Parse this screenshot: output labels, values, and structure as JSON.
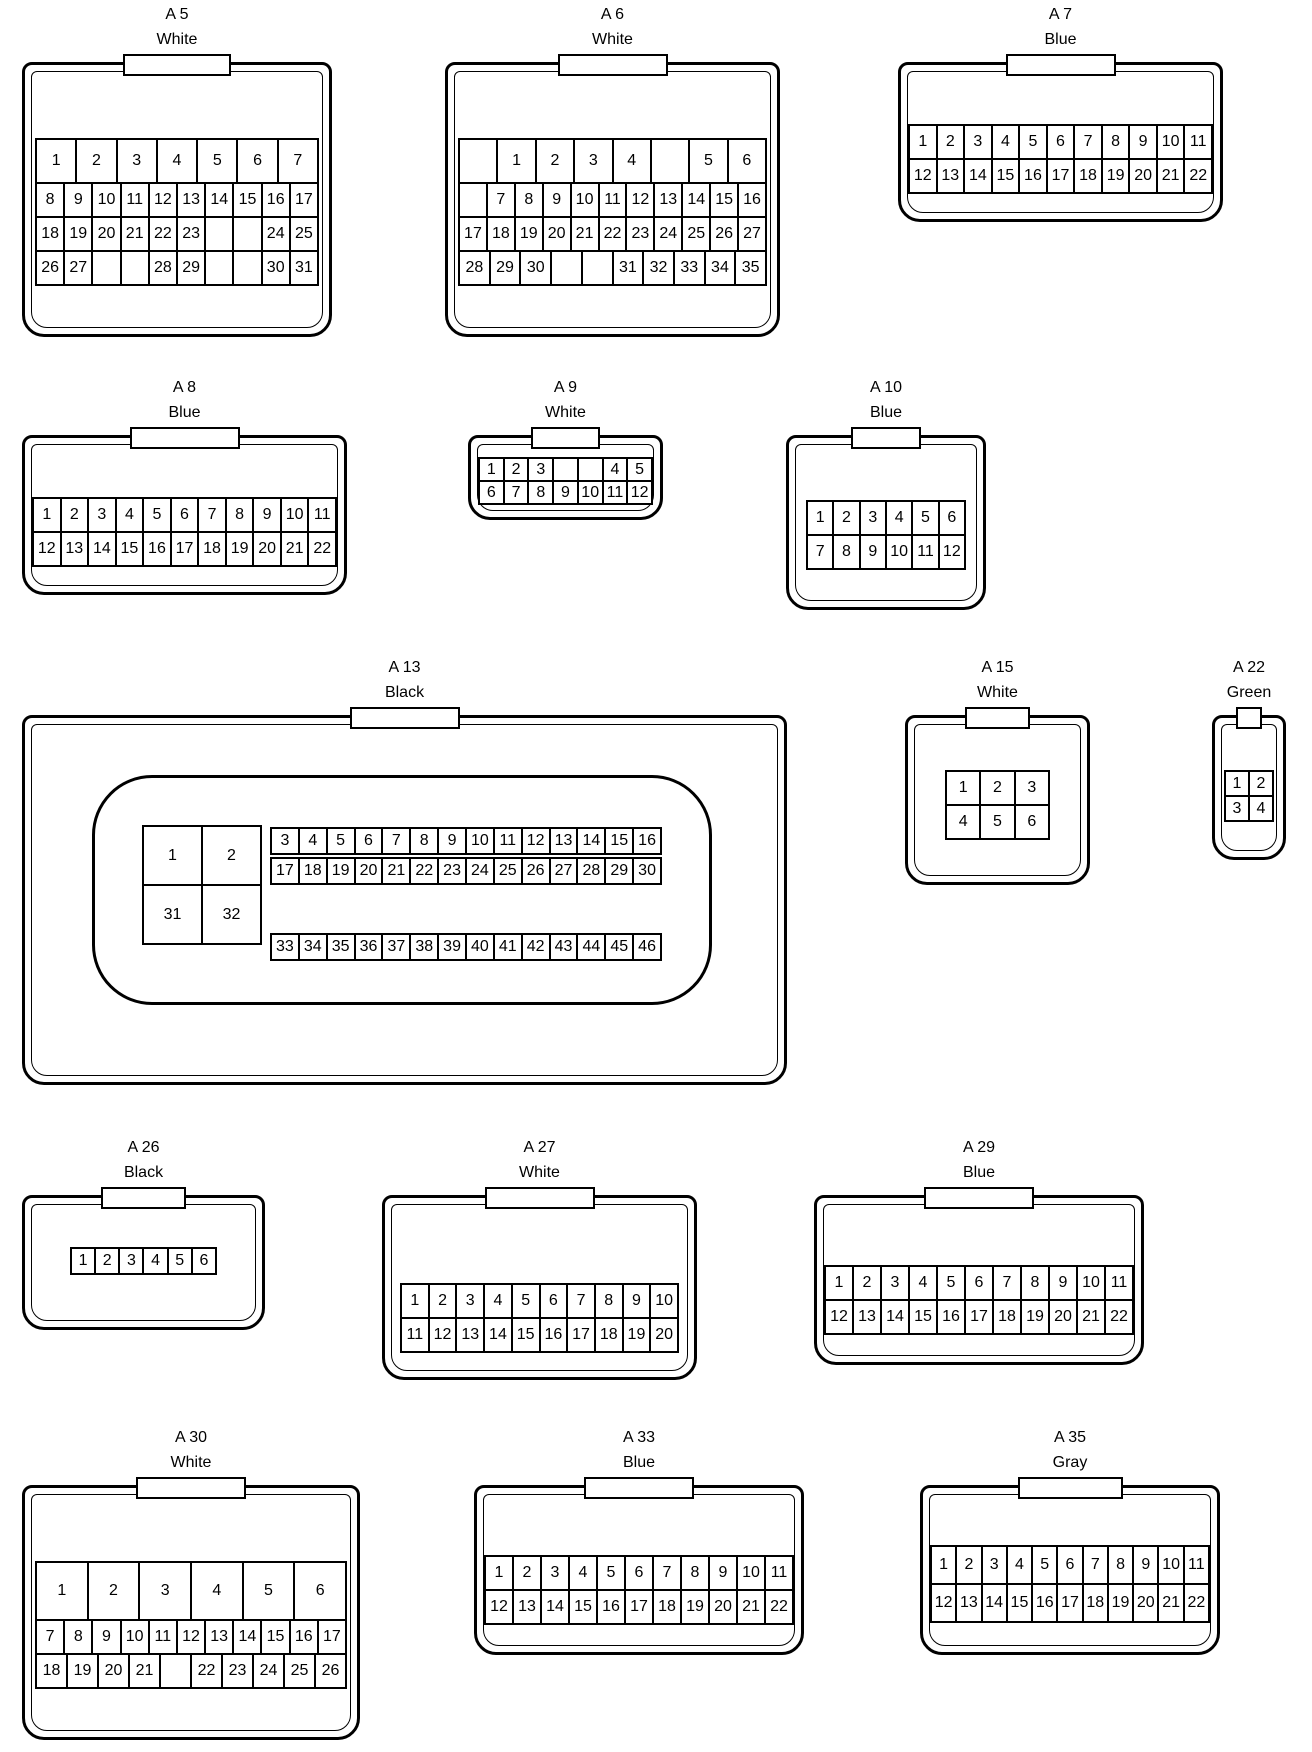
{
  "connectors": [
    {
      "id": "A 5",
      "color": "White",
      "rows": [
        [
          "1",
          "2",
          "3",
          "4",
          "5",
          "6",
          "7"
        ],
        [
          "8",
          "9",
          "10",
          "11",
          "12",
          "13",
          "14",
          "15",
          "16",
          "17"
        ],
        [
          "18",
          "19",
          "20",
          "21",
          "22",
          "23",
          "",
          "",
          "24",
          "25"
        ],
        [
          "26",
          "27",
          "",
          "",
          "28",
          "29",
          "",
          "",
          "30",
          "31"
        ]
      ]
    },
    {
      "id": "A 6",
      "color": "White",
      "rows": [
        [
          "",
          "1",
          "2",
          "3",
          "4",
          "",
          "5",
          "6"
        ],
        [
          "",
          "7",
          "8",
          "9",
          "10",
          "11",
          "12",
          "13",
          "14",
          "15",
          "16"
        ],
        [
          "17",
          "18",
          "19",
          "20",
          "21",
          "22",
          "23",
          "24",
          "25",
          "26",
          "27"
        ],
        [
          "28",
          "29",
          "30",
          "",
          "",
          "31",
          "32",
          "33",
          "34",
          "35"
        ]
      ]
    },
    {
      "id": "A 7",
      "color": "Blue",
      "rows": [
        [
          "1",
          "2",
          "3",
          "4",
          "5",
          "6",
          "7",
          "8",
          "9",
          "10",
          "11"
        ],
        [
          "12",
          "13",
          "14",
          "15",
          "16",
          "17",
          "18",
          "19",
          "20",
          "21",
          "22"
        ]
      ]
    },
    {
      "id": "A 8",
      "color": "Blue",
      "rows": [
        [
          "1",
          "2",
          "3",
          "4",
          "5",
          "6",
          "7",
          "8",
          "9",
          "10",
          "11"
        ],
        [
          "12",
          "13",
          "14",
          "15",
          "16",
          "17",
          "18",
          "19",
          "20",
          "21",
          "22"
        ]
      ]
    },
    {
      "id": "A 9",
      "color": "White",
      "rows": [
        [
          "1",
          "2",
          "3",
          "",
          "",
          "4",
          "5"
        ],
        [
          "6",
          "7",
          "8",
          "9",
          "10",
          "11",
          "12"
        ]
      ]
    },
    {
      "id": "A 10",
      "color": "Blue",
      "rows": [
        [
          "1",
          "2",
          "3",
          "4",
          "5",
          "6"
        ],
        [
          "7",
          "8",
          "9",
          "10",
          "11",
          "12"
        ]
      ]
    },
    {
      "id": "A 13",
      "color": "Black",
      "big": [
        [
          "1",
          "2"
        ],
        [
          "31",
          "32"
        ]
      ],
      "rows": [
        [
          "3",
          "4",
          "5",
          "6",
          "7",
          "8",
          "9",
          "10",
          "11",
          "12",
          "13",
          "14",
          "15",
          "16"
        ],
        [
          "17",
          "18",
          "19",
          "20",
          "21",
          "22",
          "23",
          "24",
          "25",
          "26",
          "27",
          "28",
          "29",
          "30"
        ],
        [
          "33",
          "34",
          "35",
          "36",
          "37",
          "38",
          "39",
          "40",
          "41",
          "42",
          "43",
          "44",
          "45",
          "46"
        ]
      ]
    },
    {
      "id": "A 15",
      "color": "White",
      "rows": [
        [
          "1",
          "2",
          "3"
        ],
        [
          "4",
          "5",
          "6"
        ]
      ]
    },
    {
      "id": "A 22",
      "color": "Green",
      "rows": [
        [
          "1",
          "2"
        ],
        [
          "3",
          "4"
        ]
      ]
    },
    {
      "id": "A 26",
      "color": "Black",
      "rows": [
        [
          "1",
          "2",
          "3",
          "4",
          "5",
          "6"
        ]
      ]
    },
    {
      "id": "A 27",
      "color": "White",
      "rows": [
        [
          "1",
          "2",
          "3",
          "4",
          "5",
          "6",
          "7",
          "8",
          "9",
          "10"
        ],
        [
          "11",
          "12",
          "13",
          "14",
          "15",
          "16",
          "17",
          "18",
          "19",
          "20"
        ]
      ]
    },
    {
      "id": "A 29",
      "color": "Blue",
      "rows": [
        [
          "1",
          "2",
          "3",
          "4",
          "5",
          "6",
          "7",
          "8",
          "9",
          "10",
          "11"
        ],
        [
          "12",
          "13",
          "14",
          "15",
          "16",
          "17",
          "18",
          "19",
          "20",
          "21",
          "22"
        ]
      ]
    },
    {
      "id": "A 30",
      "color": "White",
      "rows": [
        [
          "1",
          "2",
          "3",
          "4",
          "5",
          "6"
        ],
        [
          "7",
          "8",
          "9",
          "10",
          "11",
          "12",
          "13",
          "14",
          "15",
          "16",
          "17"
        ],
        [
          "18",
          "19",
          "20",
          "21",
          "",
          "22",
          "23",
          "24",
          "25",
          "26"
        ]
      ]
    },
    {
      "id": "A 33",
      "color": "Blue",
      "rows": [
        [
          "1",
          "2",
          "3",
          "4",
          "5",
          "6",
          "7",
          "8",
          "9",
          "10",
          "11"
        ],
        [
          "12",
          "13",
          "14",
          "15",
          "16",
          "17",
          "18",
          "19",
          "20",
          "21",
          "22"
        ]
      ]
    },
    {
      "id": "A 35",
      "color": "Gray",
      "rows": [
        [
          "1",
          "2",
          "3",
          "4",
          "5",
          "6",
          "7",
          "8",
          "9",
          "10",
          "11"
        ],
        [
          "12",
          "13",
          "14",
          "15",
          "16",
          "17",
          "18",
          "19",
          "20",
          "21",
          "22"
        ]
      ]
    }
  ]
}
